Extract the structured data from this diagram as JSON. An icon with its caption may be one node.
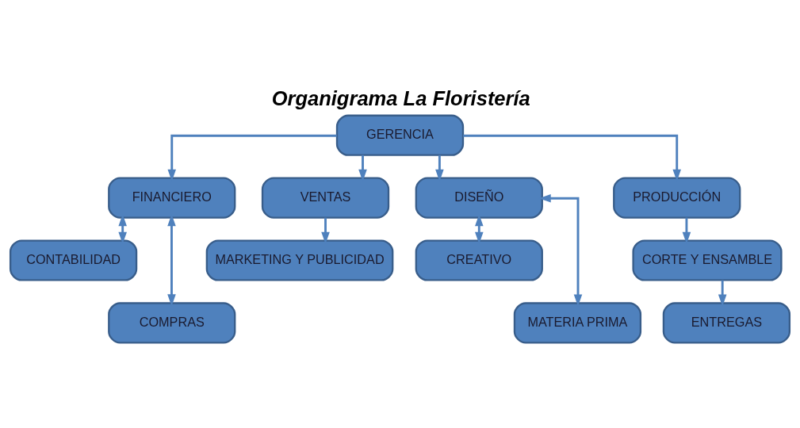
{
  "diagram": {
    "title": "Organigrama La Floristería",
    "nodes": [
      {
        "text": [
          "GERENCIA"
        ]
      },
      {
        "text": [
          "FINANCIERO"
        ]
      },
      {
        "text": [
          "CONTABILIDAD"
        ]
      },
      {
        "text": [
          "COMPRAS"
        ]
      },
      {
        "text": [
          "VENTAS"
        ]
      },
      {
        "text": [
          "MARKETING Y PUBLICIDAD"
        ]
      },
      {
        "text": [
          "DISEÑO"
        ]
      },
      {
        "text": [
          "CREATIVO"
        ]
      },
      {
        "text": [
          "MATERIA PRIMA"
        ]
      },
      {
        "text": [
          "PRODUCCIÓN"
        ]
      },
      {
        "text": [
          "CORTE Y ENSAMBLE"
        ]
      },
      {
        "text": [
          "ENTREGAS"
        ]
      }
    ],
    "edges": [
      {
        "from": 0,
        "to": 1,
        "arrow": "to"
      },
      {
        "from": 0,
        "to": 4,
        "arrow": "to"
      },
      {
        "from": 0,
        "to": 6,
        "arrow": "to"
      },
      {
        "from": 0,
        "to": 9,
        "arrow": "to"
      },
      {
        "from": 1,
        "to": 2,
        "arrow": "both"
      },
      {
        "from": 1,
        "to": 3,
        "arrow": "both"
      },
      {
        "from": 4,
        "to": 5,
        "arrow": "to"
      },
      {
        "from": 6,
        "to": 7,
        "arrow": "both"
      },
      {
        "from": 6,
        "to": 8,
        "arrow": "both"
      },
      {
        "from": 9,
        "to": 10,
        "arrow": "to"
      },
      {
        "from": 10,
        "to": 11,
        "arrow": "to"
      }
    ]
  }
}
